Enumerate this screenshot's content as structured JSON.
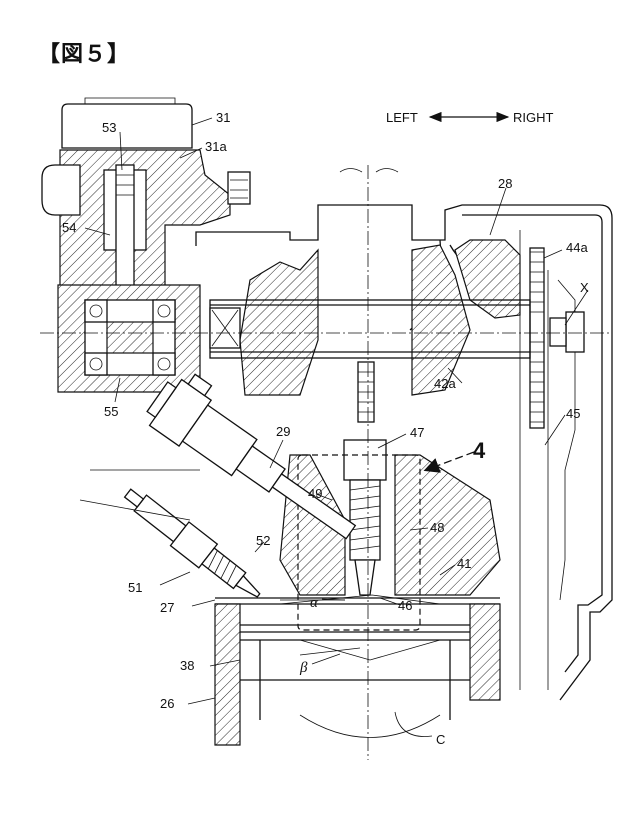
{
  "figure_title": "【図５】",
  "direction": {
    "left": "LEFT",
    "right": "RIGHT"
  },
  "labels": {
    "l31": "31",
    "l31a": "31a",
    "l53": "53",
    "l54": "54",
    "l55": "55",
    "l28": "28",
    "l44a": "44a",
    "lX": "X",
    "l42a": "42a",
    "l45": "45",
    "l47": "47",
    "l4": "4",
    "l29": "29",
    "l49": "49",
    "l48": "48",
    "l52": "52",
    "l41": "41",
    "l51": "51",
    "l27": "27",
    "lalpha": "α",
    "l46": "46",
    "lbeta": "β",
    "l38": "38",
    "l26": "26",
    "lC": "C"
  }
}
